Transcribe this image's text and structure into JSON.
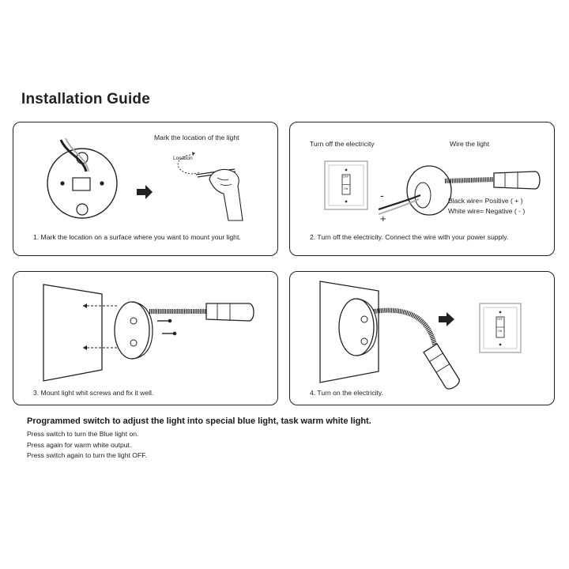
{
  "title": "Installation Guide",
  "steps": [
    {
      "caption": "1. Mark the location on a surface where you want to mount your light.",
      "top_label": "Mark the location of the light",
      "inner_label": "Location"
    },
    {
      "caption": "2. Turn off the electricity. Connect the wire with your power supply.",
      "left_label": "Turn off the electricity",
      "right_label": "Wire the light",
      "black_wire": "Black wire= Positive ( + )",
      "white_wire": "White wire= Negative ( - )",
      "minus": "-",
      "plus": "+",
      "switch_off": "OFF",
      "switch_on": "ON"
    },
    {
      "caption": "3. Mount light whit screws and fix it well."
    },
    {
      "caption": "4. Turn on the electricity.",
      "switch_off": "OFF",
      "switch_on": "ON"
    }
  ],
  "notes": {
    "heading": "Programmed switch to adjust the light into special blue light, task warm white light.",
    "lines": [
      "Press switch to turn the Blue light on.",
      "Press again for warm white output.",
      "Press switch again to turn the light OFF."
    ]
  }
}
